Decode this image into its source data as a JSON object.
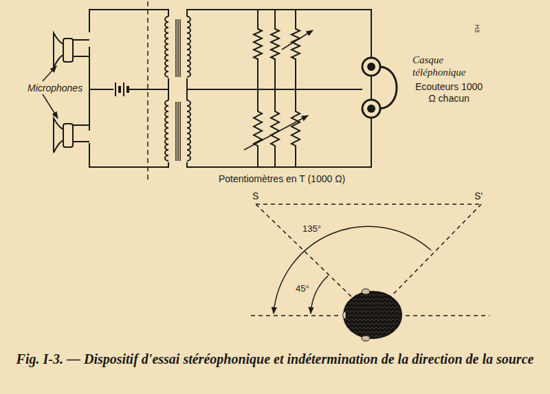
{
  "diagram": {
    "caption": "Fig. I-3. — Dispositif d'essai stéréophonique et indétermination de la direction de la source",
    "labels": [
      "Microphones",
      "Casque téléphonique",
      "Ecouteurs 1000 Ω chacun",
      "Potentiomètres en T (1000 Ω)",
      "S",
      "S'",
      "135°",
      "45°",
      "H3"
    ]
  }
}
